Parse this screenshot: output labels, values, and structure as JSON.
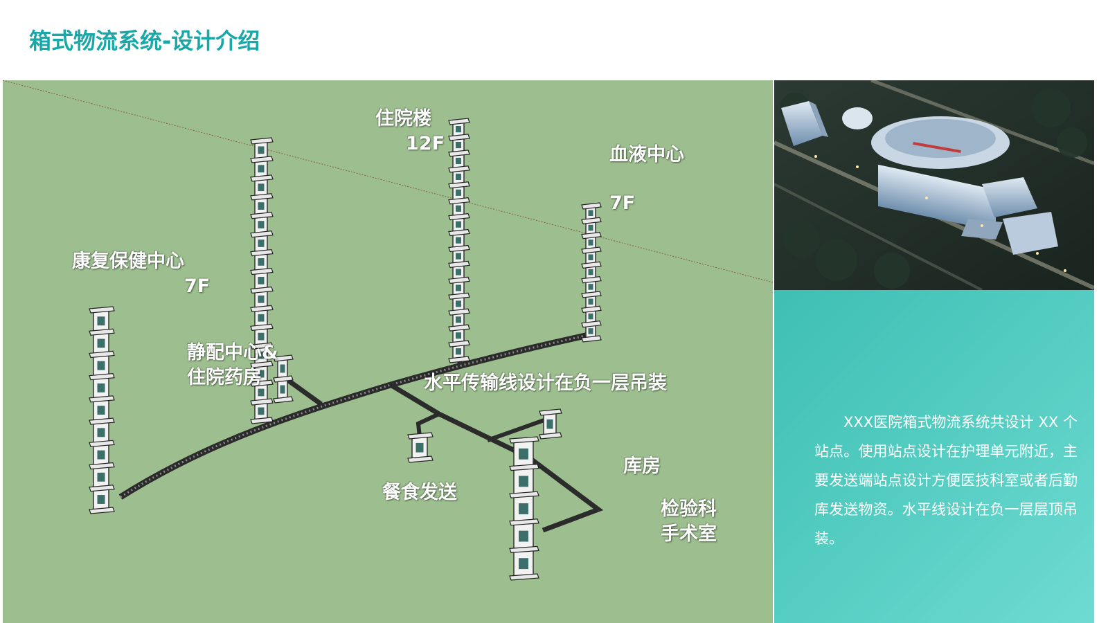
{
  "title": "箱式物流系统-设计介绍",
  "colors": {
    "title": "#19a7a7",
    "diagram_bg": "#9dbf8f",
    "info_bg": "#4fc8bd",
    "track": "#2b2b2b",
    "tower": "#f2f2f2"
  },
  "diagram": {
    "labels": {
      "inpatient": "住院楼",
      "inpatient_floors": "12F",
      "blood": "血液中心",
      "blood_floors": "7F",
      "rehab": "康复保健中心",
      "rehab_floors": "7F",
      "pharmacy_line1": "静配中心&",
      "pharmacy_line2": "住院药房",
      "horizontal": "水平传输线设计在负一层吊装",
      "warehouse": "库房",
      "catering": "餐食发送",
      "lab": "检验科",
      "surgery": "手术室"
    }
  },
  "info": {
    "text": "XXX医院箱式物流系统共设计 XX 个站点。使用站点设计在护理单元附近，主要发送端站点设计方便医技科室或者后勤库发送物资。水平线设计在负一层层顶吊装。"
  }
}
